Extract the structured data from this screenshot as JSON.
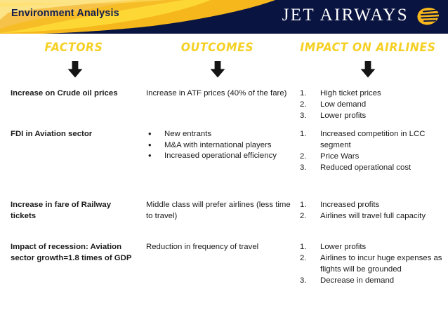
{
  "header": {
    "title": "Environment Analysis",
    "brand": "JET AIRWAYS",
    "logo_icon": "jet-airways-sun-logo",
    "colors": {
      "navy": "#0a1440",
      "gold": "#f5b71c",
      "gold_light": "#fdd835",
      "gold_pale": "#fbe7a2",
      "white": "#ffffff"
    }
  },
  "columns": {
    "headers": [
      {
        "label": "FACTORS",
        "arrow_icon": "arrow-down-icon"
      },
      {
        "label": "OUTCOMES",
        "arrow_icon": "arrow-down-icon"
      },
      {
        "label": "IMPACT ON AIRLINES",
        "arrow_icon": "arrow-down-icon"
      }
    ],
    "header_color": "#f5d024"
  },
  "rows": [
    {
      "factor": "Increase on Crude oil prices",
      "outcome_text": "Increase in ATF prices (40% of the fare)",
      "outcome_bullets": [],
      "impacts": [
        "High ticket prices",
        "Low demand",
        "Lower profits"
      ]
    },
    {
      "factor": "FDI in Aviation sector",
      "outcome_text": "",
      "outcome_bullets": [
        "New entrants",
        "M&A with international players",
        "Increased operational efficiency"
      ],
      "impacts": [
        "Increased competition in LCC segment",
        "Price Wars",
        "Reduced operational cost"
      ]
    },
    {
      "factor": "Increase in fare of Railway tickets",
      "outcome_text": "Middle class will prefer airlines (less time to travel)",
      "outcome_bullets": [],
      "impacts": [
        "Increased profits",
        "Airlines will travel full capacity"
      ]
    },
    {
      "factor": "Impact of recession: Aviation sector growth=1.8 times of GDP",
      "outcome_text": "Reduction in frequency of travel",
      "outcome_bullets": [],
      "impacts": [
        "Lower profits",
        "Airlines to incur huge expenses as flights will be grounded",
        "Decrease in demand"
      ]
    }
  ]
}
